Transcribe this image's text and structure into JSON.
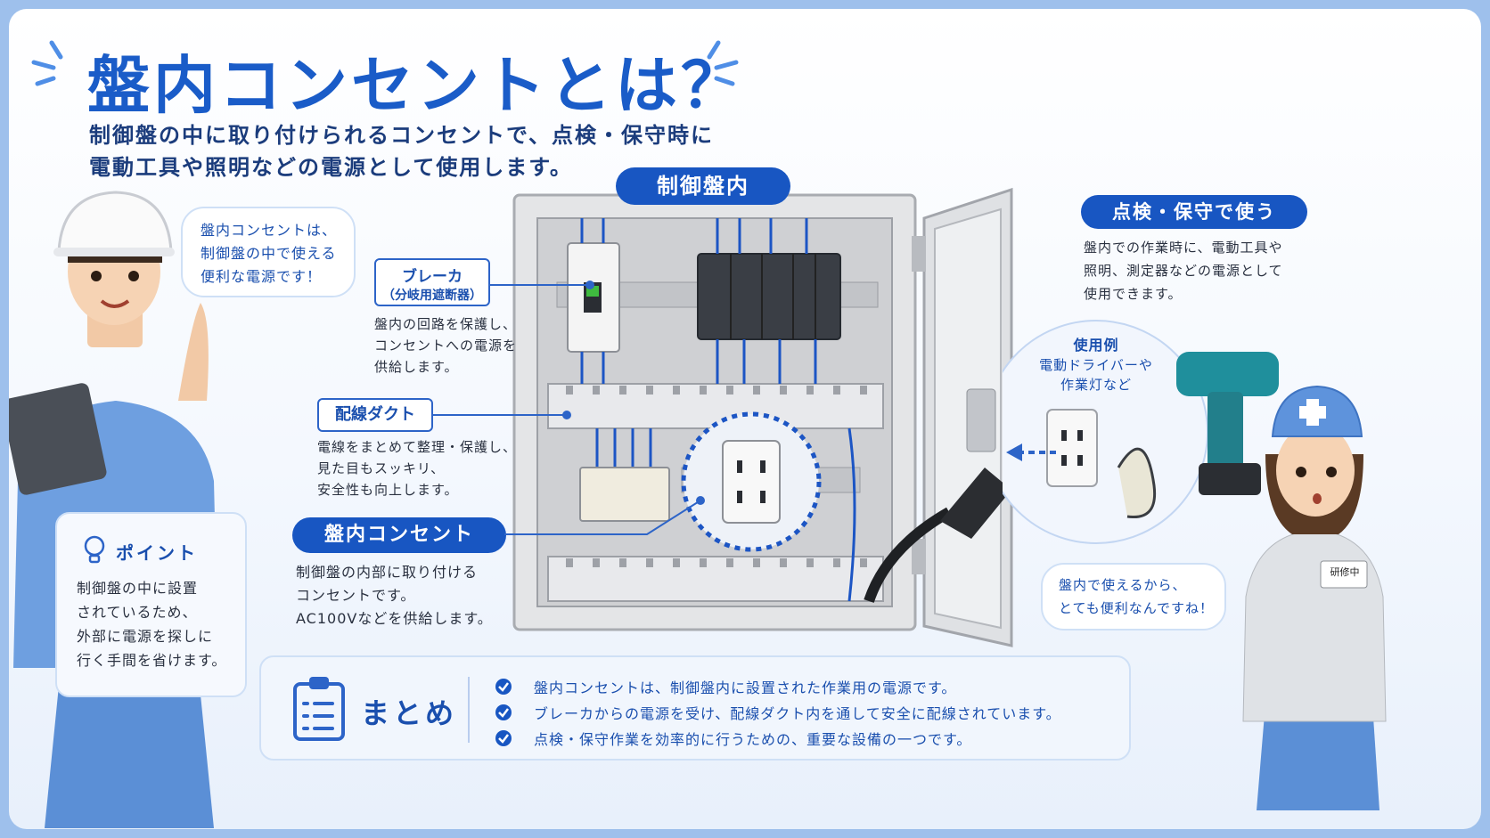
{
  "title": "盤内コンセントとは？",
  "subtitle": [
    "制御盤の中に取り付けられるコンセントで、点検・保守時に",
    "電動工具や照明などの電源として使用します。"
  ],
  "panel_label": "制御盤内",
  "speech_left": [
    "盤内コンセントは、",
    "制御盤の中で使える",
    "便利な電源です！"
  ],
  "breaker": {
    "label": "ブレーカ",
    "sublabel": "（分岐用遮断器）",
    "desc": [
      "盤内の回路を保護し、",
      "コンセントへの電源を",
      "供給します。"
    ]
  },
  "duct": {
    "label": "配線ダクト",
    "desc": [
      "電線をまとめて整理・保護し、",
      "見た目もスッキリ、",
      "安全性も向上します。"
    ]
  },
  "outlet": {
    "label": "盤内コンセント",
    "desc": [
      "制御盤の内部に取り付ける",
      "コンセントです。",
      "AC100Vなどを供給します。"
    ]
  },
  "point": {
    "title": "ポイント",
    "lines": [
      "制御盤の中に設置",
      "されているため、",
      "外部に電源を探しに",
      "行く手間を省けます。"
    ]
  },
  "maintenance": {
    "label": "点検・保守で使う",
    "desc": [
      "盤内での作業時に、電動工具や",
      "照明、測定器などの電源として",
      "使用できます。"
    ]
  },
  "usage": {
    "title": "使用例",
    "lines": [
      "電動ドライバーや",
      "作業灯など"
    ]
  },
  "speech_right": [
    "盤内で使えるから、",
    "とても便利なんですね！"
  ],
  "badge": "研修中",
  "summary": {
    "title": "まとめ",
    "items": [
      "盤内コンセントは、制御盤内に設置された作業用の電源です。",
      "ブレーカからの電源を受け、配線ダクト内を通して安全に配線されています。",
      "点検・保守作業を効率的に行うための、重要な設備の一つです。"
    ]
  },
  "colors": {
    "accent": "#1856c2",
    "title": "#1a5cc8",
    "panel": "#d9dadc",
    "wire": "#1c55c4"
  },
  "icons": [
    "lightbulb-icon",
    "clipboard-icon",
    "check-circle-icon"
  ]
}
